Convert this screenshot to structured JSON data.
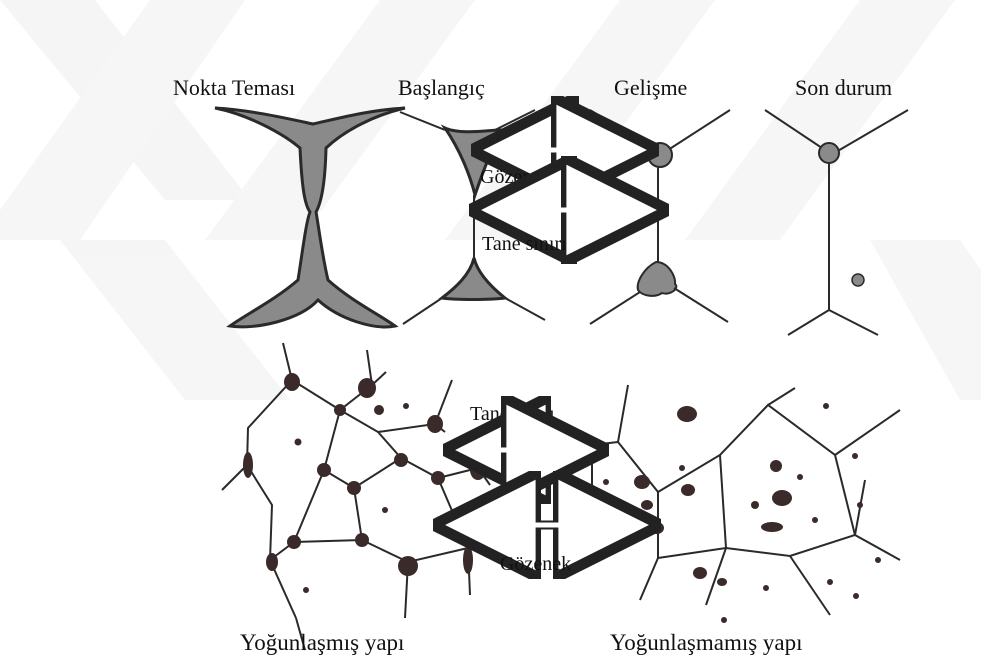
{
  "stage_labels": [
    "Nokta Teması",
    "Başlangıç",
    "Gelişme",
    "Son durum"
  ],
  "annotations": {
    "pores_top": "Gözenekler",
    "grain_boundary_top": "Tane sınırı",
    "grain_boundary_bottom": "Tane sınırı",
    "pore_bottom": "Gözenek"
  },
  "structure_labels": {
    "densified": "Yoğunlaşmış yapı",
    "undensified": "Yoğunlaşmamış yapı"
  },
  "colors": {
    "pore_fill_top": "#8a8a8a",
    "pore_fill_bottom": "#3a2a2a",
    "line": "#2a2a2a",
    "watermark": "#eeeeee"
  }
}
